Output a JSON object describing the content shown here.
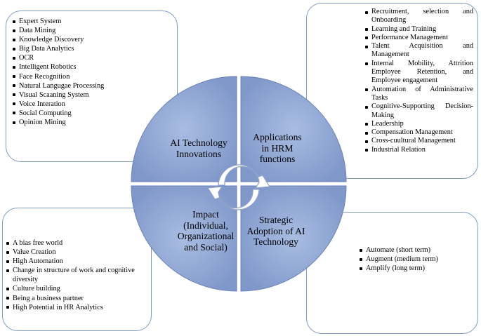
{
  "technology": {
    "title": "AI Technology Innovations",
    "items": [
      "Expert System",
      "Data Mining",
      "Knowledge Discovery",
      "Big Data Analytics",
      "OCR",
      "Intelligent Robotics",
      "Face Recognition",
      "Natural Langugae Processing",
      "Visual Scaaning System",
      "Voice Interation",
      "Social Computing",
      "Opinion Mining"
    ]
  },
  "applications": {
    "title": "Applications in HRM functions",
    "items": [
      "Recruitment, selection and Onboarding",
      "Learning and Training",
      "Performance Management",
      "Talent Acquisition and Management",
      "Internal Mobility, Attrition Employee Retention, and Employee engagement",
      "Automation of Administrative Tasks",
      "Cognitive-Supporting Decision-Making",
      "Leadership",
      "Compensation Management",
      "Cross-cuultural Management",
      "Industrial Relation"
    ]
  },
  "impact": {
    "title": "Impact (Individual, Organizational and Social)",
    "items": [
      "A bias free world",
      "Value Creation",
      "High Automation",
      "Change in structure of work and cognitive diversity",
      "Culture building",
      "Being a business partner",
      "High Potential in HR Analytics"
    ]
  },
  "strategic": {
    "title": "Strategic Adoption of AI Technology",
    "items": [
      "Automate (short term)",
      "Augment (medium term)",
      "Amplify (long term)"
    ]
  },
  "colors": {
    "quadrant_fill": "#8ea5d3",
    "quadrant_edge": "#6a82b8",
    "box_border": "#7f9bc6",
    "arrow_fill": "#ffffff"
  }
}
